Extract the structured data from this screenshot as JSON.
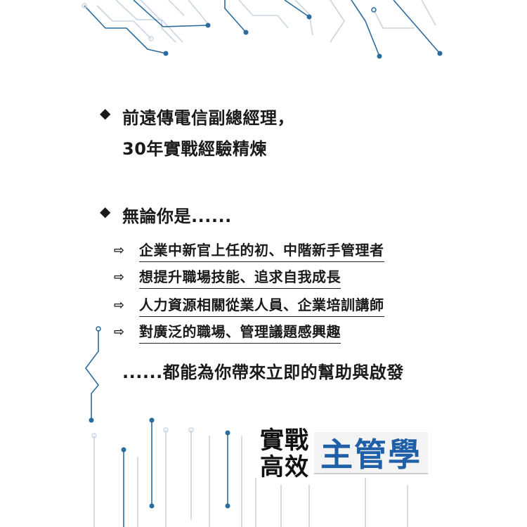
{
  "intro": {
    "line1": "前遠傳電信副總經理，",
    "line2": "30年實戰經驗精煉"
  },
  "audience": {
    "heading": "無論你是......",
    "items": [
      "企業中新官上任的初、中階新手管理者",
      "想提升職場技能、追求自我成長",
      "人力資源相關從業人員、企業培訓講師",
      "對廣泛的職場、管理議題感興趣"
    ]
  },
  "closing": "......都能為你帶來立即的幫助與啟發",
  "logo": {
    "left_line1": "實戰",
    "left_line2": "高效",
    "right": "主管學",
    "accent": "#1f5fa8"
  },
  "icons": {
    "bullet": "diamond-bullet-icon",
    "arrow": "outline-right-arrow-icon"
  },
  "colors": {
    "circuit_dark": "#2b6c9e",
    "circuit_light": "#c9d6e2"
  }
}
